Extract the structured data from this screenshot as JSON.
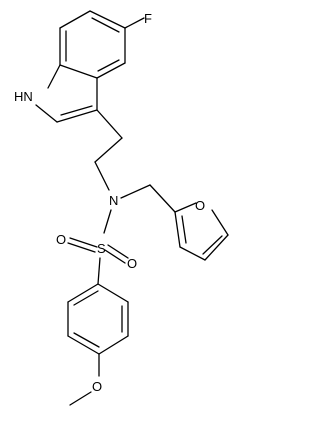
{
  "molecule": {
    "atoms": {
      "F": "F",
      "NH": "HN",
      "N": "N",
      "S": "S",
      "O1": "O",
      "O2": "O",
      "O_furan": "O",
      "O_methoxy": "O"
    }
  },
  "colors": {
    "ink": "#000000",
    "background": "#ffffff"
  }
}
